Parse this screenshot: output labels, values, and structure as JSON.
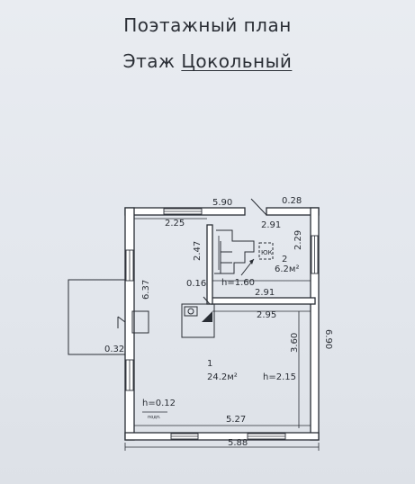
{
  "plan": {
    "title": "Поэтажный план",
    "floor_prefix": "Этаж ",
    "floor_name": "Цокольный"
  },
  "dimensions": {
    "top_outer": "5.90",
    "top_right_wall": "0.28",
    "top_inner": "2.25",
    "stair_right": "2.91",
    "stair_height": "2.47",
    "small_room_height": "2.29",
    "left_height": "6.37",
    "stair_offset": "0.16",
    "stair_bottom": "2.91",
    "right_outer": "6.90",
    "hall_top": "2.95",
    "hall_height": "3.60",
    "porch": "0.32",
    "bottom_inner": "5.27",
    "bottom_outer": "5.88"
  },
  "rooms": [
    {
      "number": "1",
      "area": "24.2м²",
      "height": "h=2.15"
    },
    {
      "number": "2",
      "area": "6.2м²"
    }
  ],
  "labels": {
    "stair_height": "h=1.60",
    "floor_level": "h=0.12",
    "floor_level_note": "подп.",
    "boiler": "ЮК"
  }
}
